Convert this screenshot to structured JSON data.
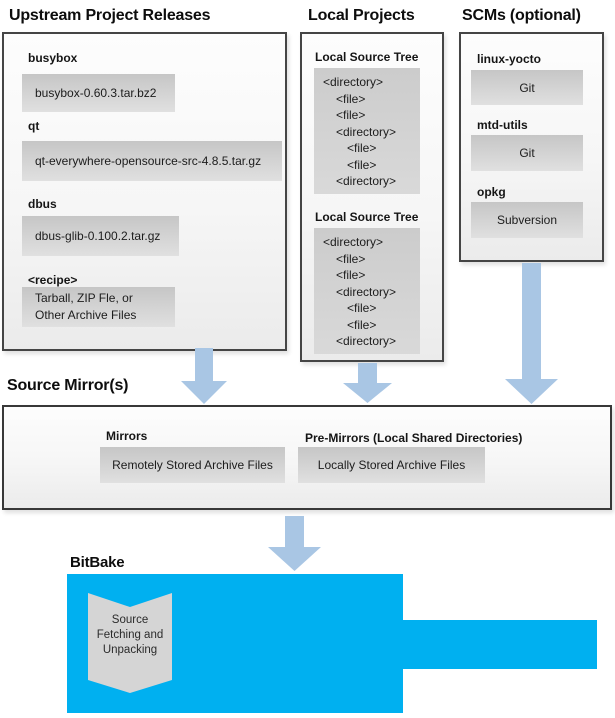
{
  "upstream": {
    "title": "Upstream Project Releases",
    "items": [
      {
        "label": "busybox",
        "file": "busybox-0.60.3.tar.bz2"
      },
      {
        "label": "qt",
        "file": "qt-everywhere-opensource-src-4.8.5.tar.gz"
      },
      {
        "label": "dbus",
        "file": "dbus-glib-0.100.2.tar.gz"
      },
      {
        "label": "<recipe>",
        "file_line1": "Tarball, ZIP Fle, or",
        "file_line2": "Other Archive Files"
      }
    ]
  },
  "local_projects": {
    "title": "Local Projects",
    "trees": [
      {
        "label": "Local Source Tree",
        "lines": [
          {
            "text": "<directory>",
            "indent": 0
          },
          {
            "text": "<file>",
            "indent": 1
          },
          {
            "text": "<file>",
            "indent": 1
          },
          {
            "text": "<directory>",
            "indent": 1
          },
          {
            "text": "<file>",
            "indent": 2
          },
          {
            "text": "<file>",
            "indent": 2
          },
          {
            "text": "<directory>",
            "indent": 1
          }
        ]
      },
      {
        "label": "Local Source Tree",
        "lines": [
          {
            "text": "<directory>",
            "indent": 0
          },
          {
            "text": "<file>",
            "indent": 1
          },
          {
            "text": "<file>",
            "indent": 1
          },
          {
            "text": "<directory>",
            "indent": 1
          },
          {
            "text": "<file>",
            "indent": 2
          },
          {
            "text": "<file>",
            "indent": 2
          },
          {
            "text": "<directory>",
            "indent": 1
          }
        ]
      }
    ]
  },
  "scms": {
    "title": "SCMs (optional)",
    "items": [
      {
        "label": "linux-yocto",
        "tool": "Git"
      },
      {
        "label": "mtd-utils",
        "tool": "Git"
      },
      {
        "label": "opkg",
        "tool": "Subversion"
      }
    ]
  },
  "source_mirrors": {
    "title": "Source Mirror(s)",
    "groups": [
      {
        "label": "Mirrors",
        "box": "Remotely Stored Archive Files"
      },
      {
        "label": "Pre-Mirrors (Local Shared Directories)",
        "box": "Locally Stored Archive Files"
      }
    ]
  },
  "bitbake": {
    "title": "BitBake",
    "step_lines": [
      "Source",
      "Fetching and",
      "Unpacking"
    ]
  },
  "colors": {
    "accent_cyan": "#00b0f0",
    "arrow_blue": "#a9c6e4",
    "box_gray": "#d2d2d2",
    "panel_border": "#454545"
  }
}
